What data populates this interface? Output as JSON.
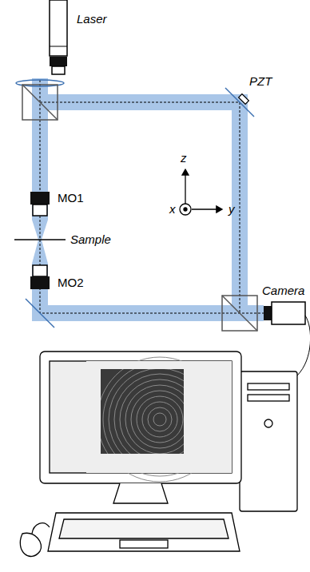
{
  "diagram": {
    "labels": [
      "Laser",
      "PZT",
      "z",
      "x",
      "y",
      "MO1",
      "Sample",
      "MO2",
      "Camera"
    ]
  }
}
